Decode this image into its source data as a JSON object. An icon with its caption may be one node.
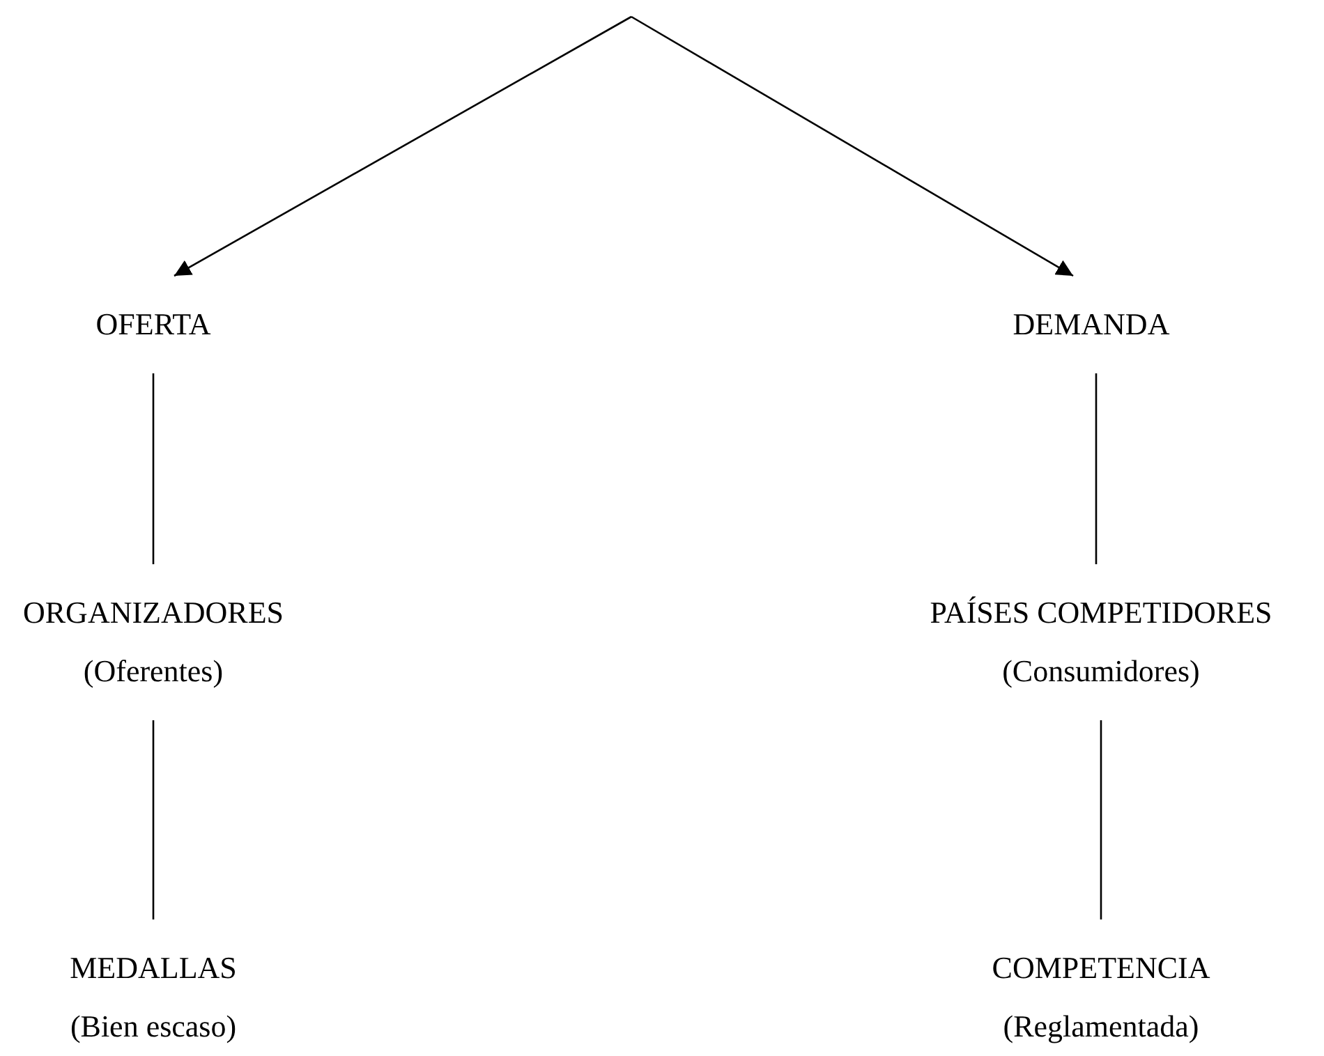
{
  "diagram": {
    "nodes": [
      {
        "text": [
          "OFERTA"
        ]
      },
      {
        "text": [
          "DEMANDA"
        ]
      },
      {
        "text": [
          "ORGANIZADORES",
          "(Oferentes)"
        ]
      },
      {
        "text": [
          "PAÍSES COMPETIDORES",
          "(Consumidores)"
        ]
      },
      {
        "text": [
          "MEDALLAS",
          "(Bien escaso)"
        ]
      },
      {
        "text": [
          "COMPETENCIA",
          "(Reglamentada)"
        ]
      }
    ],
    "edges": [
      {
        "from": null,
        "to": 0,
        "arrow": "to"
      },
      {
        "from": null,
        "to": 1,
        "arrow": "to"
      },
      {
        "from": 0,
        "to": 2,
        "arrow": "none"
      },
      {
        "from": 2,
        "to": 4,
        "arrow": "none"
      },
      {
        "from": 1,
        "to": 3,
        "arrow": "none"
      },
      {
        "from": 3,
        "to": 5,
        "arrow": "none"
      }
    ]
  }
}
